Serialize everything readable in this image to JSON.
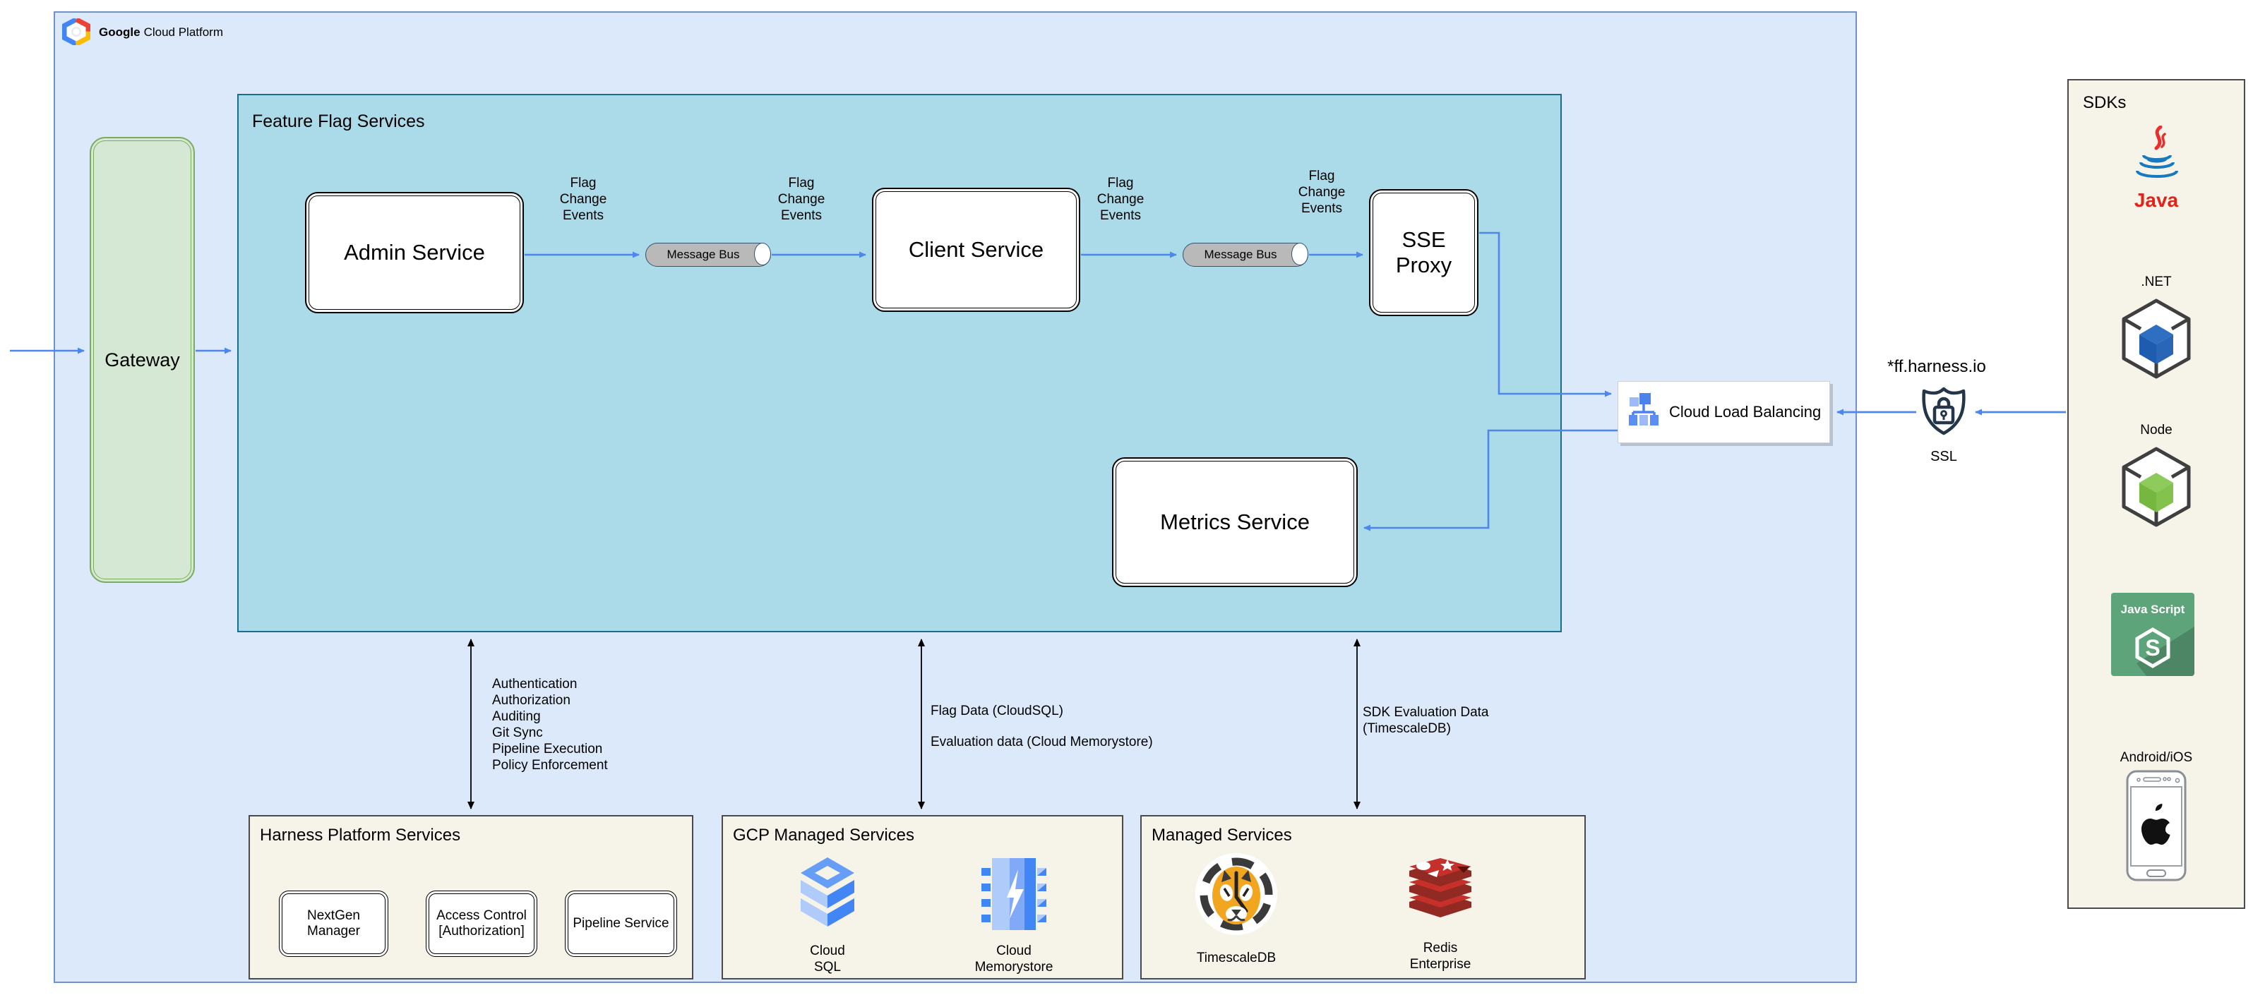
{
  "header": {
    "brand_bold": "Google",
    "brand_rest": "Cloud Platform"
  },
  "gateway": {
    "label": "Gateway"
  },
  "ffs": {
    "title": "Feature Flag Services",
    "admin": "Admin Service",
    "client": "Client Service",
    "sse": "SSE\nProxy",
    "metrics": "Metrics Service",
    "message_bus_1": "Message Bus",
    "message_bus_2": "Message Bus",
    "flag_change_events": [
      "Flag\nChange\nEvents",
      "Flag\nChange\nEvents",
      "Flag\nChange\nEvents",
      "Flag\nChange\nEvents"
    ]
  },
  "clb": {
    "label": "Cloud Load Balancing"
  },
  "ssl": {
    "domain": "*ff.harness.io",
    "label": "SSL"
  },
  "sdks": {
    "title": "SDKs",
    "java_label": "Java",
    "dotnet_label": ".NET",
    "node_label": "Node",
    "js_title": "Java Script",
    "js_letter": "S",
    "mobile_label": "Android/iOS"
  },
  "bottom": {
    "harness": {
      "title": "Harness Platform Services",
      "nextgen": "NextGen Manager",
      "access": "Access Control\n[Authorization]",
      "pipeline": "Pipeline Service"
    },
    "gcp": {
      "title": "GCP Managed Services",
      "cloudsql": "Cloud\nSQL",
      "memorystore": "Cloud\nMemorystore"
    },
    "managed": {
      "title": "Managed Services",
      "timescale": "TimescaleDB",
      "redis": "Redis\nEnterprise"
    }
  },
  "annotations": {
    "auth_list": "Authentication\nAuthorization\nAuditing\nGit Sync\nPipeline Execution\nPolicy Enforcement",
    "flag_data": "Flag Data (CloudSQL)",
    "eval_data": "Evaluation data (Cloud Memorystore)",
    "sdk_eval": "SDK Evaluation Data\n(TimescaleDB)"
  },
  "colors": {
    "arrow_blue": "#4c86ee",
    "gcp_blue": "#4285f4",
    "outer_fill": "#dbe9fb",
    "ffs_fill": "#abdae9",
    "gateway_fill": "#d5e8d4",
    "panel_fill": "#f6f3e9",
    "redis_red": "#c6302b",
    "tiger_orange": "#f2a51f",
    "js_green": "#5ea47a",
    "node_green": "#83c24d",
    "dotnet_blue": "#2a66b8"
  }
}
